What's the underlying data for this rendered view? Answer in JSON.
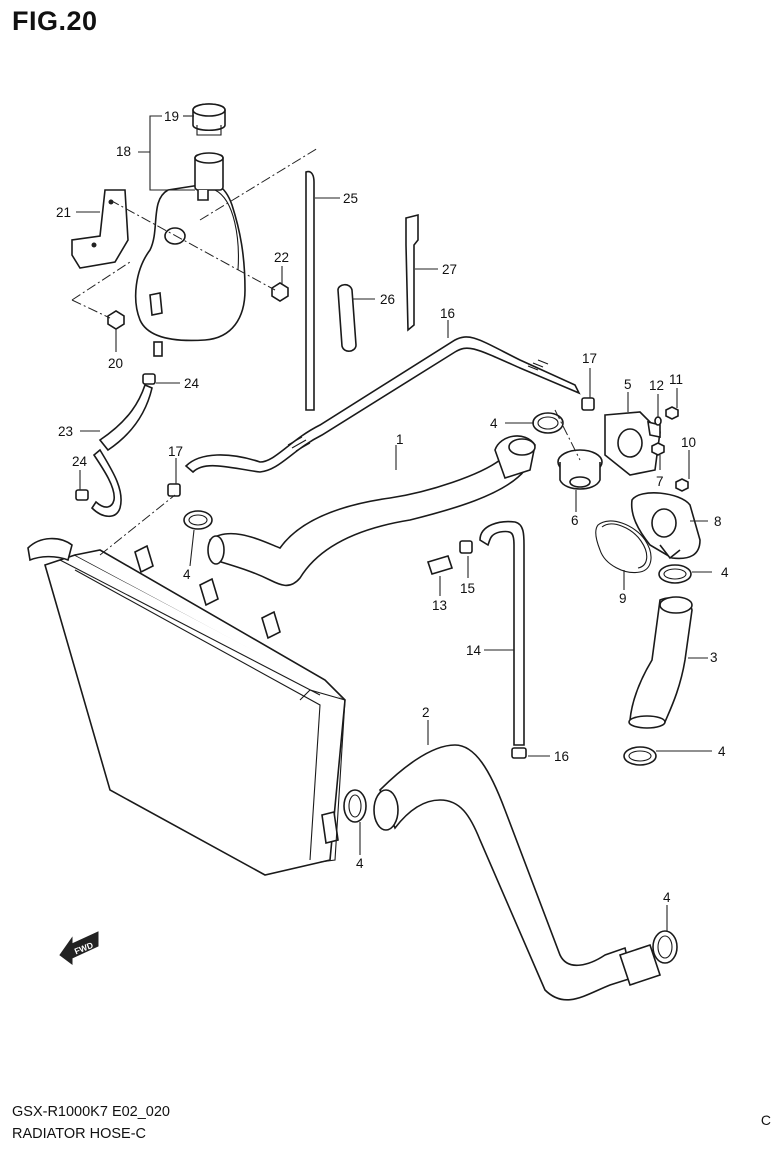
{
  "figure": {
    "title": "FIG.20",
    "model_code": "GSX-R1000K7 E02_020",
    "section_name": "RADIATOR HOSE-C",
    "corner_mark": "C"
  },
  "fwd_label": "FWD",
  "callouts": [
    {
      "id": "c1",
      "text": "1"
    },
    {
      "id": "c2",
      "text": "2"
    },
    {
      "id": "c3",
      "text": "3"
    },
    {
      "id": "c4a",
      "text": "4"
    },
    {
      "id": "c4b",
      "text": "4"
    },
    {
      "id": "c4c",
      "text": "4"
    },
    {
      "id": "c4d",
      "text": "4"
    },
    {
      "id": "c4e",
      "text": "4"
    },
    {
      "id": "c4f",
      "text": "4"
    },
    {
      "id": "c5",
      "text": "5"
    },
    {
      "id": "c6",
      "text": "6"
    },
    {
      "id": "c7",
      "text": "7"
    },
    {
      "id": "c8",
      "text": "8"
    },
    {
      "id": "c9",
      "text": "9"
    },
    {
      "id": "c10",
      "text": "10"
    },
    {
      "id": "c11",
      "text": "11"
    },
    {
      "id": "c12",
      "text": "12"
    },
    {
      "id": "c13",
      "text": "13"
    },
    {
      "id": "c14",
      "text": "14"
    },
    {
      "id": "c15",
      "text": "15"
    },
    {
      "id": "c16a",
      "text": "16"
    },
    {
      "id": "c16b",
      "text": "16"
    },
    {
      "id": "c17a",
      "text": "17"
    },
    {
      "id": "c17b",
      "text": "17"
    },
    {
      "id": "c18",
      "text": "18"
    },
    {
      "id": "c19",
      "text": "19"
    },
    {
      "id": "c20",
      "text": "20"
    },
    {
      "id": "c21",
      "text": "21"
    },
    {
      "id": "c22",
      "text": "22"
    },
    {
      "id": "c23",
      "text": "23"
    },
    {
      "id": "c24a",
      "text": "24"
    },
    {
      "id": "c24b",
      "text": "24"
    },
    {
      "id": "c25",
      "text": "25"
    },
    {
      "id": "c26",
      "text": "26"
    },
    {
      "id": "c27",
      "text": "27"
    }
  ]
}
